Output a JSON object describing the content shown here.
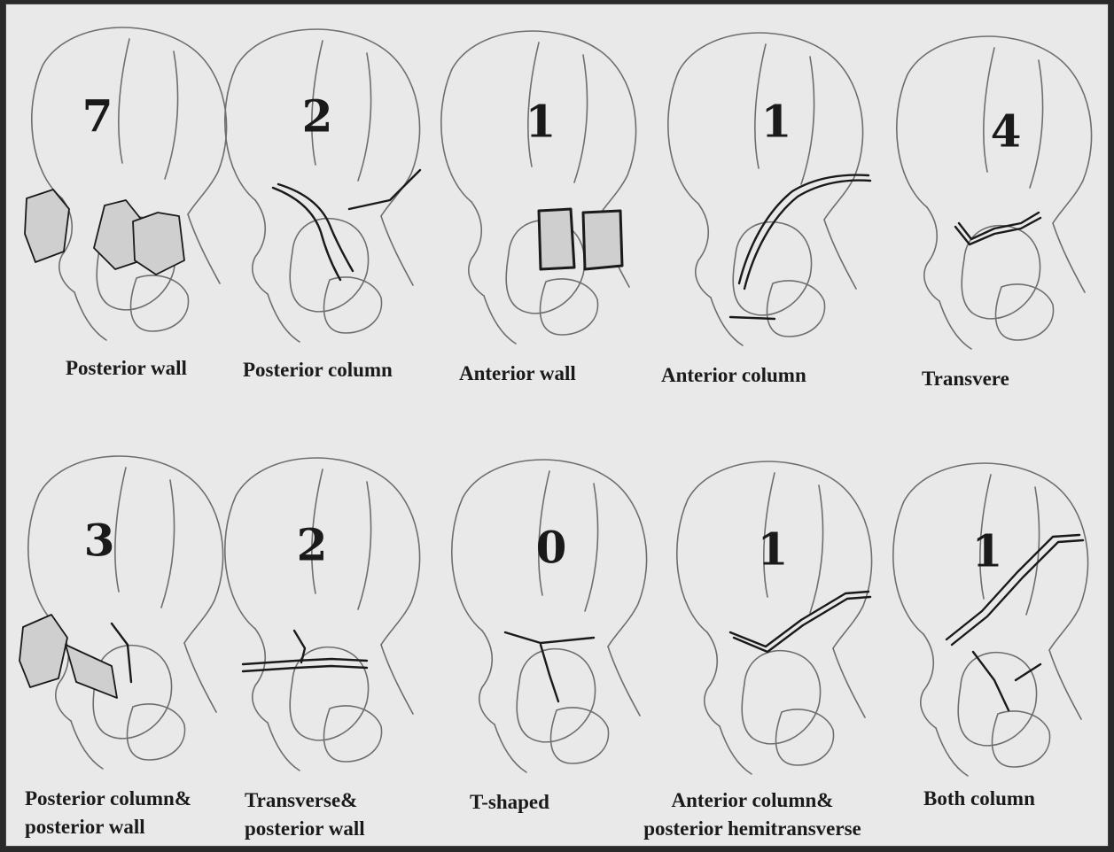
{
  "diagram": {
    "panels": [
      {
        "id": "posterior-wall",
        "count": "7",
        "label": [
          "Posterior wall"
        ]
      },
      {
        "id": "posterior-column",
        "count": "2",
        "label": [
          "Posterior column"
        ]
      },
      {
        "id": "anterior-wall",
        "count": "1",
        "label": [
          "Anterior wall"
        ]
      },
      {
        "id": "anterior-column",
        "count": "1",
        "label": [
          "Anterior column"
        ]
      },
      {
        "id": "transverse",
        "count": "4",
        "label": [
          "Transvere"
        ]
      },
      {
        "id": "posterior-column-posterior-wall",
        "count": "3",
        "label": [
          "Posterior column&",
          "posterior wall"
        ]
      },
      {
        "id": "transverse-posterior-wall",
        "count": "2",
        "label": [
          "Transverse&",
          "posterior wall"
        ]
      },
      {
        "id": "t-shaped",
        "count": "0",
        "label": [
          "T-shaped"
        ]
      },
      {
        "id": "anterior-column-posterior-hemitransverse",
        "count": "1",
        "label": [
          "Anterior column&",
          "posterior hemitransverse"
        ]
      },
      {
        "id": "both-column",
        "count": "1",
        "label": [
          "Both column"
        ]
      }
    ],
    "colors": {
      "background": "#e9e9e9",
      "outline": "#6e6e6e",
      "fracture": "#1a1a1a",
      "fragment_fill": "#cfcfcf"
    }
  }
}
